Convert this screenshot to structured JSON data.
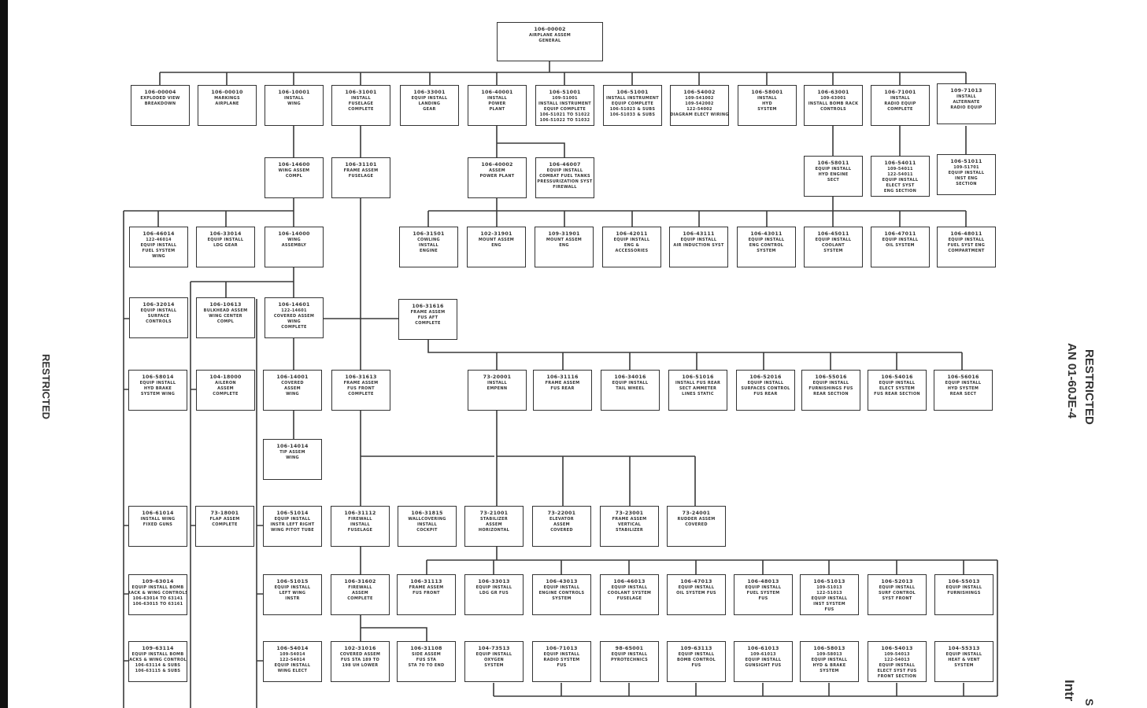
{
  "side_labels": {
    "left": "RESTRICTED",
    "right_top": "RESTRICTED",
    "right_doc": "AN 01-60JE-4",
    "corner_section": "Intr",
    "corner_page": "S"
  },
  "root": {
    "lines": [
      "106-00002",
      "AIRPLANE ASSEM",
      "GENERAL"
    ]
  },
  "boxes": [
    {
      "lines": [
        "106-00004",
        "EXPLODED VIEW",
        "BREAKDOWN"
      ]
    },
    {
      "lines": [
        "106-00010",
        "MARKINGS",
        "AIRPLANE"
      ]
    },
    {
      "lines": [
        "106-10001",
        "INSTALL",
        "WING"
      ]
    },
    {
      "lines": [
        "106-31001",
        "INSTALL",
        "FUSELAGE",
        "COMPLETE"
      ]
    },
    {
      "lines": [
        "106-33001",
        "EQUIP INSTALL",
        "LANDING",
        "GEAR"
      ]
    },
    {
      "lines": [
        "106-40001",
        "INSTALL",
        "POWER",
        "PLANT"
      ]
    },
    {
      "lines": [
        "106-51001",
        "109-51001",
        "INSTALL INSTRUMENT",
        "EQUIP COMPLETE",
        "106-51021 TO 51022",
        "106-51022 TO 51032"
      ]
    },
    {
      "lines": [
        "106-51001",
        "INSTALL INSTRUMENT",
        "EQUIP COMPLETE",
        "106-51023 & SUBS",
        "106-51033 & SUBS"
      ]
    },
    {
      "lines": [
        "106-54002",
        "109-541002",
        "109-542002",
        "122-54002",
        "DIAGRAM ELECT WIRING"
      ]
    },
    {
      "lines": [
        "106-58001",
        "INSTALL",
        "HYD",
        "SYSTEM"
      ]
    },
    {
      "lines": [
        "106-63001",
        "109-63001",
        "INSTALL BOMB RACK",
        "CONTROLS"
      ]
    },
    {
      "lines": [
        "106-71001",
        "INSTALL",
        "RADIO EQUIP",
        "COMPLETE"
      ]
    },
    {
      "lines": [
        "109-71013",
        "INSTALL",
        "ALTERNATE",
        "RADIO EQUIP"
      ]
    },
    {
      "lines": [
        "106-14600",
        "WING ASSEM",
        "COMPL"
      ]
    },
    {
      "lines": [
        "106-31101",
        "FRAME ASSEM",
        "FUSELAGE"
      ]
    },
    {
      "lines": [
        "106-40002",
        "ASSEM",
        "POWER PLANT"
      ]
    },
    {
      "lines": [
        "106-46007",
        "EQUIP INSTALL",
        "COMBAT FUEL TANKS",
        "PRESSURIZATION SYST",
        "FIREWALL"
      ]
    },
    {
      "lines": [
        "106-58011",
        "EQUIP INSTALL",
        "HYD ENGINE",
        "SECT"
      ]
    },
    {
      "lines": [
        "106-54011",
        "109-54011",
        "122-54011",
        "EQUIP INSTALL",
        "ELECT SYST",
        "ENG SECTION"
      ]
    },
    {
      "lines": [
        "106-51011",
        "109-51701",
        "EQUIP INSTALL",
        "INST ENG",
        "SECTION"
      ]
    },
    {
      "lines": [
        "106-46014",
        "122-46014",
        "EQUIP INSTALL",
        "FUEL SYSTEM",
        "WING"
      ]
    },
    {
      "lines": [
        "106-33014",
        "EQUIP INSTALL",
        "LDG GEAR"
      ]
    },
    {
      "lines": [
        "106-14000",
        "WING",
        "ASSEMBLY"
      ]
    },
    {
      "lines": [
        "106-31501",
        "COWLING",
        "INSTALL",
        "ENGINE"
      ]
    },
    {
      "lines": [
        "102-31901",
        "MOUNT ASSEM",
        "ENG"
      ]
    },
    {
      "lines": [
        "109-31901",
        "MOUNT ASSEM",
        "ENG"
      ]
    },
    {
      "lines": [
        "106-42011",
        "EQUIP INSTALL",
        "ENG &",
        "ACCESSORIES"
      ]
    },
    {
      "lines": [
        "106-43111",
        "EQUIP INSTALL",
        "AIR INDUCTION SYST"
      ]
    },
    {
      "lines": [
        "106-43011",
        "EQUIP INSTALL",
        "ENG CONTROL",
        "SYSTEM"
      ]
    },
    {
      "lines": [
        "106-45011",
        "EQUIP INSTALL",
        "COOLANT",
        "SYSTEM"
      ]
    },
    {
      "lines": [
        "106-47011",
        "EQUIP INSTALL",
        "OIL SYSTEM"
      ]
    },
    {
      "lines": [
        "106-48011",
        "EQUIP INSTALL",
        "FUEL SYST ENG",
        "COMPARTMENT"
      ]
    },
    {
      "lines": [
        "106-32014",
        "EQUIP INSTALL",
        "SURFACE",
        "CONTROLS"
      ]
    },
    {
      "lines": [
        "106-10613",
        "BULKHEAD ASSEM",
        "WING CENTER",
        "COMPL"
      ]
    },
    {
      "lines": [
        "106-14601",
        "122-14601",
        "COVERED ASSEM",
        "WING",
        "COMPLETE"
      ]
    },
    {
      "lines": [
        "106-31616",
        "FRAME ASSEM",
        "FUS AFT",
        "COMPLETE"
      ]
    },
    {
      "lines": [
        "106-58014",
        "EQUIP INSTALL",
        "HYD BRAKE",
        "SYSTEM WING"
      ]
    },
    {
      "lines": [
        "104-18000",
        "AILERON",
        "ASSEM",
        "COMPLETE"
      ]
    },
    {
      "lines": [
        "106-14001",
        "COVERED",
        "ASSEM",
        "WING"
      ]
    },
    {
      "lines": [
        "106-31613",
        "FRAME ASSEM",
        "FUS FRONT",
        "COMPLETE"
      ]
    },
    {
      "lines": [
        "73-20001",
        "INSTALL",
        "EMPENN"
      ]
    },
    {
      "lines": [
        "106-31116",
        "FRAME ASSEM",
        "FUS REAR"
      ]
    },
    {
      "lines": [
        "106-34016",
        "EQUIP INSTALL",
        "TAIL WHEEL"
      ]
    },
    {
      "lines": [
        "106-51016",
        "INSTALL FUS REAR",
        "SECT AMMETER",
        "LINES STATIC"
      ]
    },
    {
      "lines": [
        "106-52016",
        "EQUIP INSTALL",
        "SURFACES CONTROL",
        "FUS REAR"
      ]
    },
    {
      "lines": [
        "106-55016",
        "EQUIP INSTALL",
        "FURNISHINGS FUS",
        "REAR SECTION"
      ]
    },
    {
      "lines": [
        "106-54016",
        "EQUIP INSTALL",
        "ELECT SYSTEM",
        "FUS REAR SECTION"
      ]
    },
    {
      "lines": [
        "106-56016",
        "EQUIP INSTALL",
        "HYD SYSTEM",
        "REAR SECT"
      ]
    },
    {
      "lines": [
        "106-14014",
        "TIP ASSEM",
        "WING"
      ]
    },
    {
      "lines": [
        "106-61014",
        "INSTALL WING",
        "FIXED GUNS"
      ]
    },
    {
      "lines": [
        "73-18001",
        "FLAP ASSEM",
        "COMPLETE"
      ]
    },
    {
      "lines": [
        "106-51014",
        "EQUIP INSTALL",
        "INSTR LEFT RIGHT",
        "WING PITOT TUBE"
      ]
    },
    {
      "lines": [
        "106-31112",
        "FIREWALL",
        "INSTALL",
        "FUSELAGE"
      ]
    },
    {
      "lines": [
        "106-31815",
        "WALLCOVERING",
        "INSTALL",
        "COCKPIT"
      ]
    },
    {
      "lines": [
        "73-21001",
        "STABILIZER",
        "ASSEM",
        "HORIZONTAL"
      ]
    },
    {
      "lines": [
        "73-22001",
        "ELEVATOR",
        "ASSEM",
        "COVERED"
      ]
    },
    {
      "lines": [
        "73-23001",
        "FRAME ASSEM",
        "VERTICAL",
        "STABILIZER"
      ]
    },
    {
      "lines": [
        "73-24001",
        "RUDDER ASSEM",
        "COVERED"
      ]
    },
    {
      "lines": [
        "109-63014",
        "EQUIP INSTALL BOMB",
        "RACK & WING CONTROLS",
        "106-63014 TO 63141",
        "106-63015 TO 63161"
      ]
    },
    {
      "lines": [
        "106-51015",
        "EQUIP INSTALL",
        "LEFT WING",
        "INSTR"
      ]
    },
    {
      "lines": [
        "106-31602",
        "FIREWALL",
        "ASSEM",
        "COMPLETE"
      ]
    },
    {
      "lines": [
        "106-31113",
        "FRAME ASSEM",
        "FUS FRONT"
      ]
    },
    {
      "lines": [
        "106-33013",
        "EQUIP INSTALL",
        "LDG GR FUS"
      ]
    },
    {
      "lines": [
        "106-43013",
        "EQUIP INSTALL",
        "ENGINE CONTROLS",
        "SYSTEM"
      ]
    },
    {
      "lines": [
        "106-46013",
        "EQUIP INSTALL",
        "COOLANT SYSTEM",
        "FUSELAGE"
      ]
    },
    {
      "lines": [
        "106-47013",
        "EQUIP INSTALL",
        "OIL SYSTEM FUS"
      ]
    },
    {
      "lines": [
        "106-48013",
        "EQUIP INSTALL",
        "FUEL SYSTEM",
        "FUS"
      ]
    },
    {
      "lines": [
        "106-51013",
        "109-51013",
        "122-51013",
        "EQUIP INSTALL",
        "INST SYSTEM",
        "FUS"
      ]
    },
    {
      "lines": [
        "106-52013",
        "EQUIP INSTALL",
        "SURF CONTROL",
        "SYST FRONT"
      ]
    },
    {
      "lines": [
        "106-55013",
        "EQUIP INSTALL",
        "FURNISHINGS"
      ]
    },
    {
      "lines": [
        "109-63114",
        "EQUIP INSTALL BOMB",
        "RACKS & WING CONTROLS",
        "106-63114 & SUBS",
        "106-63115 & SUBS"
      ]
    },
    {
      "lines": [
        "106-54014",
        "109-54014",
        "122-54014",
        "EQUIP INSTALL",
        "WING ELECT"
      ]
    },
    {
      "lines": [
        "102-31016",
        "COVERED ASSEM",
        "FUS STA 189 TO",
        "198 UH LOWER"
      ]
    },
    {
      "lines": [
        "106-31108",
        "SIDE ASSEM",
        "FUS STA",
        "STA 70 TO END"
      ]
    },
    {
      "lines": [
        "104-73513",
        "EQUIP INSTALL",
        "OXYGEN",
        "SYSTEM"
      ]
    },
    {
      "lines": [
        "106-71013",
        "EQUIP INSTALL",
        "RADIO SYSTEM",
        "FUS"
      ]
    },
    {
      "lines": [
        "98-65001",
        "EQUIP INSTALL",
        "PYROTECHNICS"
      ]
    },
    {
      "lines": [
        "109-63113",
        "EQUIP INSTALL",
        "BOMB CONTROL",
        "FUS"
      ]
    },
    {
      "lines": [
        "106-61013",
        "109-61013",
        "EQUIP INSTALL",
        "GUNSIGHT FUS"
      ]
    },
    {
      "lines": [
        "106-58013",
        "109-58013",
        "EQUIP INSTALL",
        "HYD & BRAKE",
        "SYSTEM"
      ]
    },
    {
      "lines": [
        "106-54013",
        "109-54013",
        "122-54013",
        "EQUIP INSTALL",
        "ELECT SYST FUS",
        "FRONT SECTION"
      ]
    },
    {
      "lines": [
        "104-55313",
        "EQUIP INSTALL",
        "HEAT & VENT",
        "SYSTEM"
      ]
    }
  ]
}
